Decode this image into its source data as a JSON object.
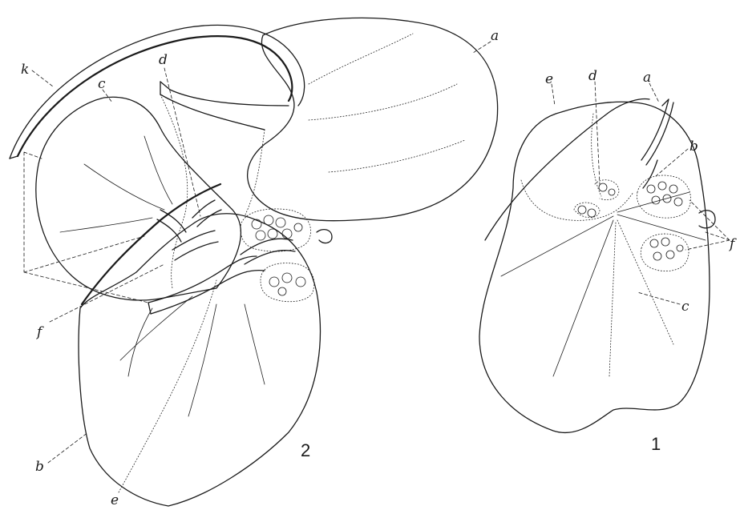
{
  "figure1": {
    "number": "1",
    "labels": {
      "a": "a",
      "b": "b",
      "c": "c",
      "d": "d",
      "e": "e",
      "f": "f"
    }
  },
  "figure2": {
    "number": "2",
    "labels": {
      "a": "a",
      "b": "b",
      "c": "c",
      "d": "d",
      "e": "e",
      "f": "f",
      "k": "k"
    }
  },
  "colors": {
    "ink": "#1a1a1a",
    "paper": "#ffffff"
  }
}
